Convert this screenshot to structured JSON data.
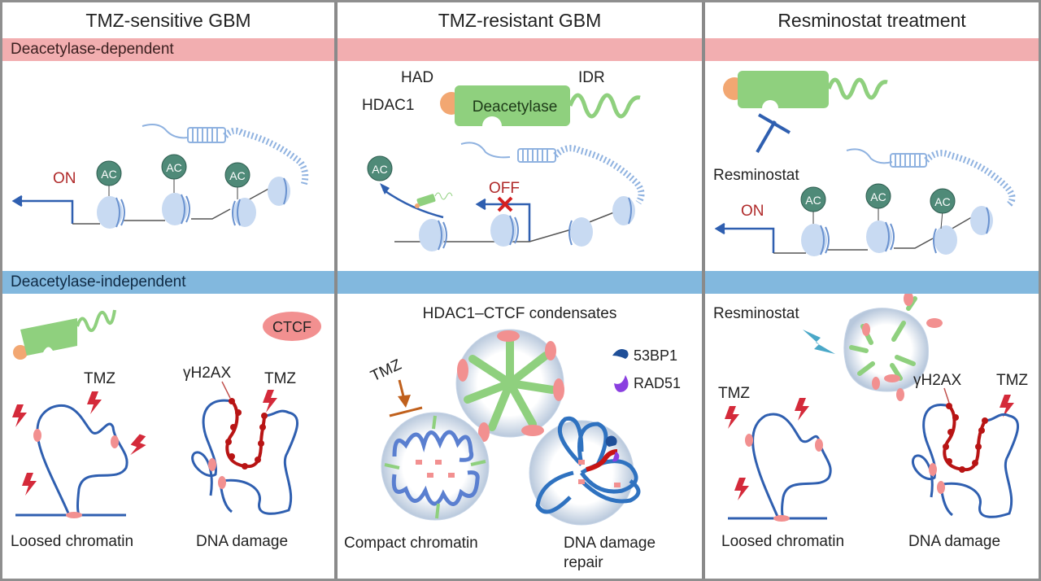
{
  "columns": [
    {
      "title": "TMZ-sensitive GBM"
    },
    {
      "title": "TMZ-resistant GBM"
    },
    {
      "title": "Resminostat treatment"
    }
  ],
  "rows": {
    "dependent": {
      "label": "Deacetylase-dependent",
      "color": "#f2aeb0"
    },
    "independent": {
      "label": "Deacetylase-independent",
      "color": "#82b8de"
    }
  },
  "panels": {
    "sensitive_dependent": {
      "state_label": "ON",
      "acetyl_label": "AC"
    },
    "resistant_dependent": {
      "protein_name": "HDAC1",
      "domain_had": "HAD",
      "domain_deacetylase": "Deacetylase",
      "domain_idr": "IDR",
      "state_label": "OFF",
      "acetyl_label": "AC"
    },
    "resminostat_dependent": {
      "drug_label": "Resminostat",
      "state_label": "ON",
      "acetyl_label": "AC"
    },
    "sensitive_independent": {
      "ctcf_label": "CTCF",
      "tmz_label": "TMZ",
      "h2ax_label": "γH2AX",
      "caption_left": "Loosed chromatin",
      "caption_right": "DNA damage"
    },
    "resistant_independent": {
      "title": "HDAC1–CTCF condensates",
      "tmz_label": "TMZ",
      "legend": [
        {
          "label": "53BP1",
          "color": "#1f4f98"
        },
        {
          "label": "RAD51",
          "color": "#8a3fe0"
        }
      ],
      "caption_left": "Compact chromatin",
      "caption_right_line1": "DNA damage",
      "caption_right_line2": "repair"
    },
    "resminostat_independent": {
      "drug_label": "Resminostat",
      "tmz_label": "TMZ",
      "h2ax_label": "γH2AX",
      "caption_left": "Loosed chromatin",
      "caption_right": "DNA damage"
    }
  },
  "colors": {
    "dna": "#2f5fb0",
    "acetyl": "#4f8a78",
    "hdac_body": "#8fd07e",
    "had_domain": "#f2a772",
    "ctcf": "#f08a8a",
    "damage": "#c01818",
    "on_off_text": "#b02a2a"
  }
}
